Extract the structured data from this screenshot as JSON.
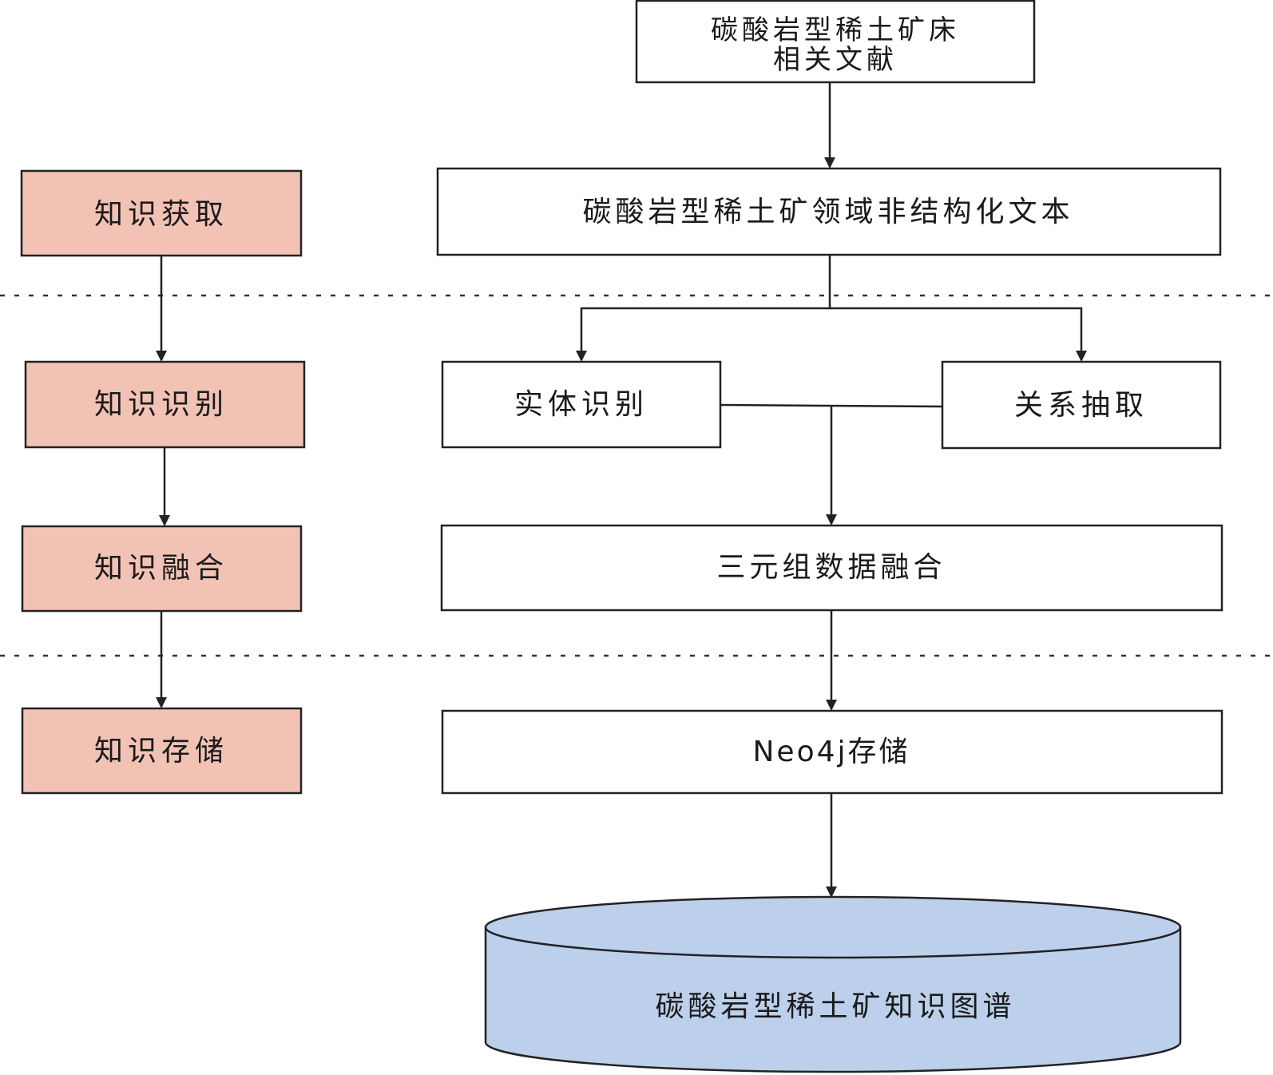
{
  "stages": [
    {
      "label": "知识获取"
    },
    {
      "label": "知识识别"
    },
    {
      "label": "知识融合"
    },
    {
      "label": "知识存储"
    }
  ],
  "process": {
    "literature": {
      "line1": "碳酸岩型稀土矿床",
      "line2": "相关文献"
    },
    "unstructured_text": "碳酸岩型稀土矿领域非结构化文本",
    "entity_recognition": "实体识别",
    "relation_extraction": "关系抽取",
    "triple_fusion": "三元组数据融合",
    "neo4j_storage": "Neo4j存储",
    "knowledge_graph": "碳酸岩型稀土矿知识图谱"
  },
  "colors": {
    "stage_fill": "#f2c2b5",
    "database_fill": "#bccfeb",
    "stroke": "#222222",
    "box_fill": "#ffffff"
  }
}
